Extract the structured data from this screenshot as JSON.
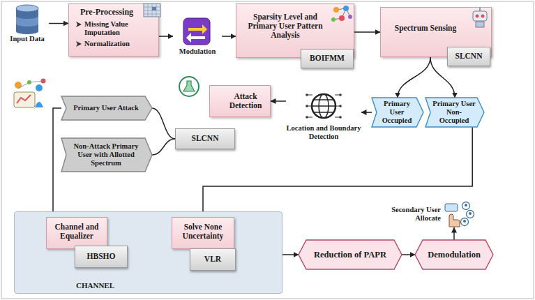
{
  "diagram": {
    "nodes": [
      {
        "text": [
          "Input Data"
        ]
      },
      {
        "text": [
          "Pre-Processing",
          "Missing Value Imputation",
          "Normalization"
        ]
      },
      {
        "text": [
          "Modulation"
        ]
      },
      {
        "text": [
          "Sparsity Level and Primary User Pattern Analysis"
        ]
      },
      {
        "text": [
          "BOIFMM"
        ],
        "in": 3
      },
      {
        "text": [
          "Spectrum Sensing"
        ]
      },
      {
        "text": [
          "SLCNN"
        ],
        "in": 5
      },
      {
        "text": [
          "Primary User Attack"
        ]
      },
      {
        "text": [
          "Attack Detection"
        ]
      },
      {
        "text": [
          "SLCNN"
        ],
        "in": 8
      },
      {
        "text": [
          "Location and Boundary Detection"
        ]
      },
      {
        "text": [
          "Primary User Occupied"
        ]
      },
      {
        "text": [
          "Primary User Non-Occupied"
        ]
      },
      {
        "text": [
          "Non-Attack Primary User with Allotted Spectrum"
        ]
      },
      {
        "text": [
          "CHANNEL"
        ]
      },
      {
        "text": [
          "Channel and Equalizer"
        ],
        "in": 14
      },
      {
        "text": [
          "HBSHO"
        ],
        "in": 15
      },
      {
        "text": [
          "Solve None Uncertainty"
        ],
        "in": 14
      },
      {
        "text": [
          "VLR"
        ],
        "in": 17
      },
      {
        "text": [
          "Secondary User Allocate"
        ]
      },
      {
        "text": [
          "Reduction of PAPR"
        ]
      },
      {
        "text": [
          "Demodulation"
        ]
      }
    ],
    "edges": [
      {
        "from": 0,
        "to": 1,
        "arrow": "to"
      },
      {
        "from": 1,
        "to": 2,
        "arrow": "to"
      },
      {
        "from": 2,
        "to": 3,
        "arrow": "to"
      },
      {
        "from": 3,
        "to": 5,
        "arrow": "to"
      },
      {
        "from": 5,
        "to": 11,
        "arrow": "to"
      },
      {
        "from": 5,
        "to": 12,
        "arrow": "to"
      },
      {
        "from": 11,
        "to": 10,
        "arrow": "to"
      },
      {
        "from": 10,
        "to": 8,
        "arrow": "to"
      },
      {
        "from": 9,
        "to": 7,
        "arrow": "none"
      },
      {
        "from": 9,
        "to": 13,
        "arrow": "none"
      },
      {
        "from": 7,
        "to": 15,
        "arrow": "to"
      },
      {
        "from": 12,
        "to": 17,
        "arrow": "to"
      },
      {
        "from": 15,
        "to": 17,
        "arrow": "to"
      },
      {
        "from": 14,
        "to": 20,
        "arrow": "to"
      },
      {
        "from": 20,
        "to": 21,
        "arrow": "to"
      },
      {
        "from": 21,
        "to": 19,
        "arrow": "to"
      }
    ]
  }
}
